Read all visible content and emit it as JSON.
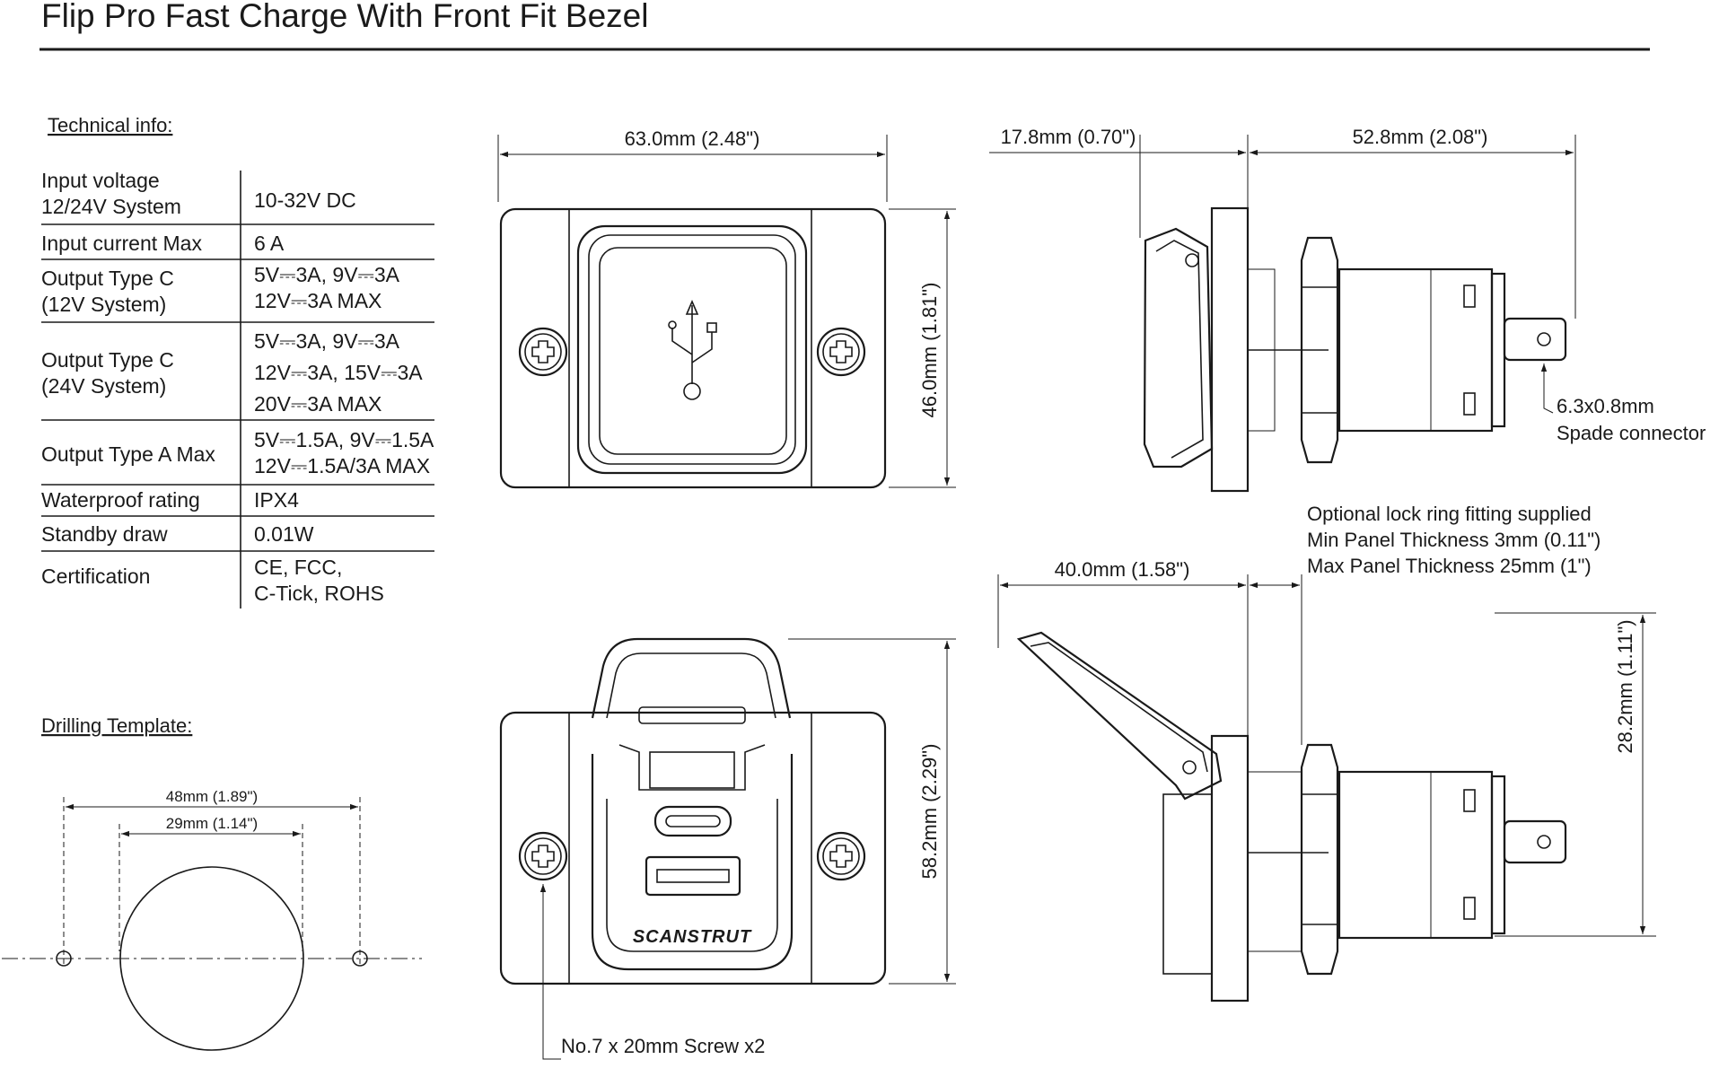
{
  "title": "Flip Pro Fast Charge With Front Fit Bezel",
  "tech_info": {
    "heading": "Technical info:",
    "rows": [
      {
        "label": [
          "Input voltage",
          "12/24V System"
        ],
        "value": [
          "10-32V DC"
        ]
      },
      {
        "label": [
          "Input current Max"
        ],
        "value": [
          "6 A"
        ]
      },
      {
        "label": [
          "Output Type C",
          "(12V System)"
        ],
        "value": [
          "5V⎓3A, 9V⎓3A",
          "12V⎓3A MAX"
        ]
      },
      {
        "label": [
          "Output Type C",
          "(24V System)"
        ],
        "value": [
          "5V⎓3A, 9V⎓3A",
          "12V⎓3A, 15V⎓3A",
          "20V⎓3A MAX"
        ]
      },
      {
        "label": [
          "Output Type A Max"
        ],
        "value": [
          "5V⎓1.5A, 9V⎓1.5A",
          "12V⎓1.5A/3A MAX"
        ]
      },
      {
        "label": [
          "Waterproof rating"
        ],
        "value": [
          "IPX4"
        ]
      },
      {
        "label": [
          "Standby draw"
        ],
        "value": [
          "0.01W"
        ]
      },
      {
        "label": [
          "Certification"
        ],
        "value": [
          "CE, FCC,",
          "C-Tick, ROHS"
        ]
      }
    ]
  },
  "drilling": {
    "heading": "Drilling Template:",
    "outer_dim": "48mm  (1.89\")",
    "inner_dim": "29mm  (1.14\")"
  },
  "front_closed": {
    "width_dim": "63.0mm  (2.48\")",
    "height_dim": "46.0mm  (1.81\")"
  },
  "front_open": {
    "height_dim": "58.2mm  (2.29\")",
    "brand": "SCANSTRUT",
    "screw_note": "No.7 x 20mm Screw x2"
  },
  "side_closed": {
    "front_dim": "17.8mm  (0.70\")",
    "depth_dim": "52.8mm  (2.08\")",
    "spade_note": [
      "6.3x0.8mm",
      "Spade connector"
    ]
  },
  "side_open": {
    "notes": [
      "Optional lock ring fitting supplied",
      "Min Panel Thickness 3mm (0.11\")",
      "Max Panel Thickness 25mm (1\")"
    ],
    "front_dim": "40.0mm  (1.58\")",
    "height_dim": "28.2mm  (1.11\")"
  }
}
